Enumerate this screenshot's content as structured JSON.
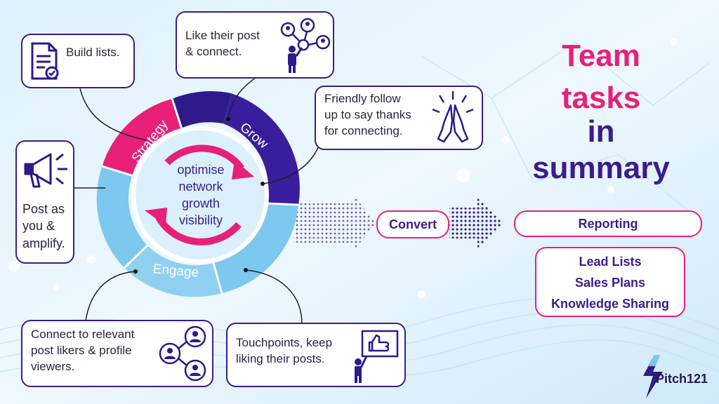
{
  "title": {
    "line1": "Team",
    "line2": "tasks",
    "line3": "in",
    "line4": "summary"
  },
  "wheel": {
    "segments": [
      "Strategy",
      "Grow",
      "Engage"
    ],
    "center_lines": [
      "optimise",
      "network",
      "growth",
      "visibility"
    ]
  },
  "cards": {
    "build_lists": "Build lists.",
    "like_connect": "Like their post\n& connect.",
    "follow_up": "Friendly follow\nup to say thanks\nfor connecting.",
    "post_amplify": "Post as\nyou &\namplify.",
    "connect_relevant": "Connect to relevant\npost likers & profile\nviewers.",
    "touchpoints": "Touchpoints,  keep\nliking their posts."
  },
  "convert_label": "Convert",
  "reporting_label": "Reporting",
  "outputs": [
    "Lead Lists",
    "Sales Plans",
    "Knowledge Sharing"
  ],
  "logo": {
    "text": "Pitch121"
  },
  "colors": {
    "pink": "#e8207a",
    "purple": "#3a1d8c",
    "dark_purple": "#2e1a8a",
    "light_blue": "#7cc8ee"
  },
  "icons": [
    "document-check-icon",
    "network-people-icon",
    "praying-hands-icon",
    "megaphone-icon",
    "connect-people-icon",
    "thumbs-up-sign-icon"
  ]
}
